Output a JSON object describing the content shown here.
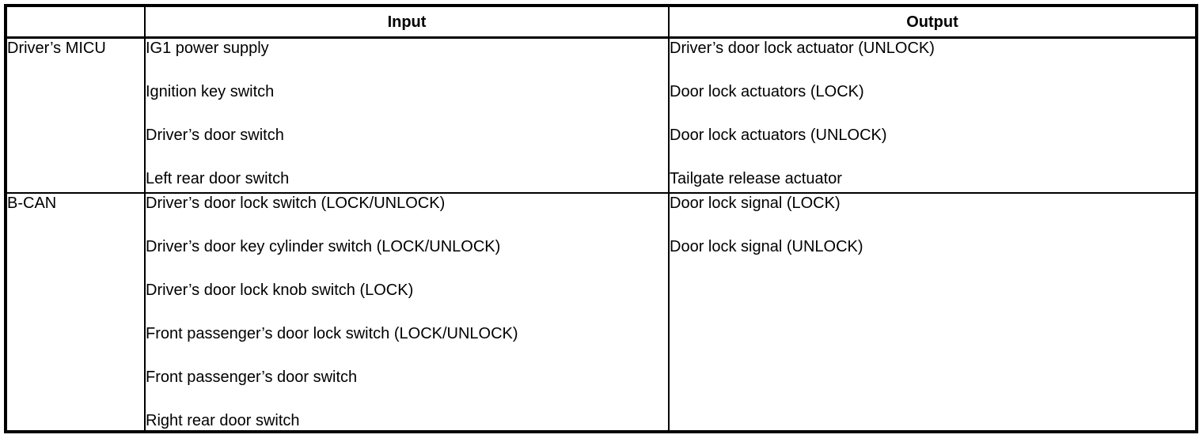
{
  "table": {
    "headers": {
      "source": "",
      "input": "Input",
      "output": "Output"
    },
    "rows": [
      {
        "source": "Driver’s MICU",
        "inputs": [
          "IG1 power supply",
          "Ignition key switch",
          "Driver’s door switch",
          "Left rear door switch"
        ],
        "outputs": [
          "Driver’s door lock actuator (UNLOCK)",
          "Door lock actuators (LOCK)",
          "Door lock actuators (UNLOCK)",
          "Tailgate release actuator"
        ]
      },
      {
        "source": "B-CAN",
        "inputs": [
          "Driver’s door lock switch (LOCK/UNLOCK)",
          "Driver’s door key cylinder switch (LOCK/UNLOCK)",
          "Driver’s door lock knob switch (LOCK)",
          "Front passenger’s door lock switch (LOCK/UNLOCK)",
          "Front passenger’s door switch",
          "Right rear door switch"
        ],
        "outputs": [
          "Door lock signal (LOCK)",
          "Door lock signal (UNLOCK)"
        ]
      }
    ]
  }
}
